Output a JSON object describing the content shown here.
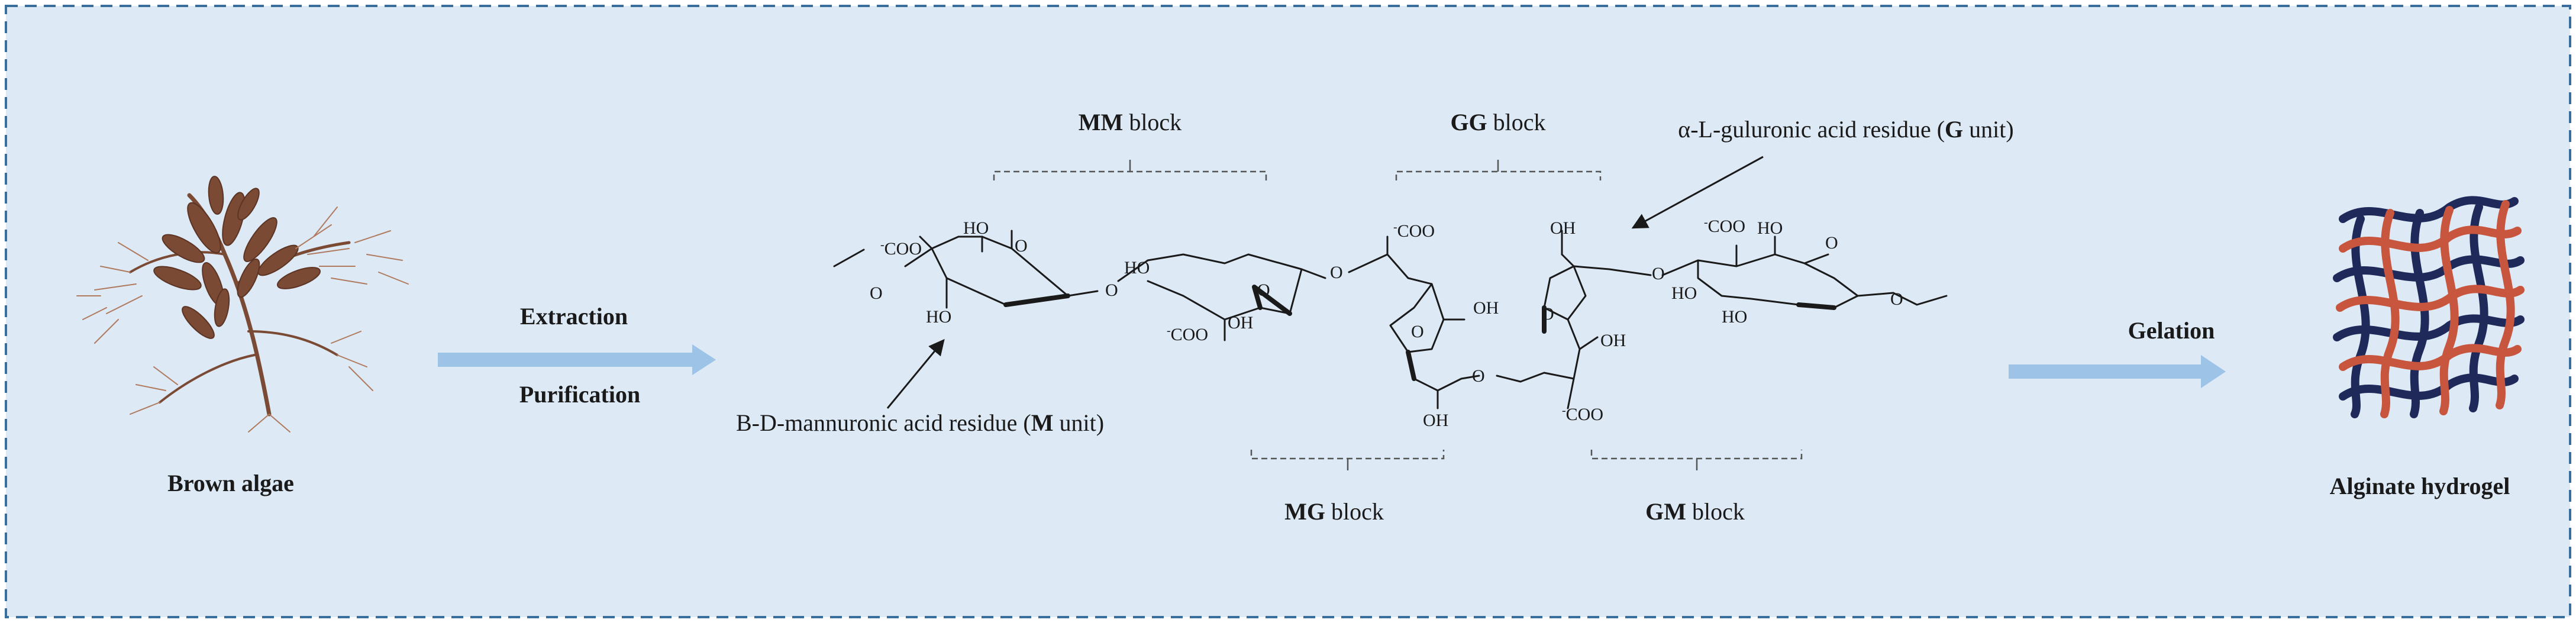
{
  "colors": {
    "background": "#dde9f5",
    "border": "#3a6e9c",
    "arrow": "#9dc3e6",
    "algae": "#7a4a35",
    "hydrogel_red": "#c8553d",
    "hydrogel_blue": "#1f2a5a"
  },
  "left": {
    "label": "Brown algae"
  },
  "process1": {
    "top": "Extraction",
    "bottom": "Purification"
  },
  "process2": {
    "label": "Gelation"
  },
  "right": {
    "label": "Alginate hydrogel"
  },
  "blocks": {
    "mm": {
      "bold": "MM",
      "rest": " block"
    },
    "gg": {
      "bold": "GG",
      "rest": " block"
    },
    "mg": {
      "bold": "MG",
      "rest": " block"
    },
    "gm": {
      "bold": "GM",
      "rest": " block"
    }
  },
  "residues": {
    "m": {
      "pre": "B-D-mannuronic acid residue (",
      "bold": "M",
      "post": " unit)"
    },
    "g": {
      "pre": "α-L-guluronic acid residue (",
      "bold": "G",
      "post": " unit)"
    }
  },
  "chem": {
    "coo": "COO",
    "charge": "-",
    "ho": "HO",
    "oh": "OH",
    "o": "O"
  }
}
